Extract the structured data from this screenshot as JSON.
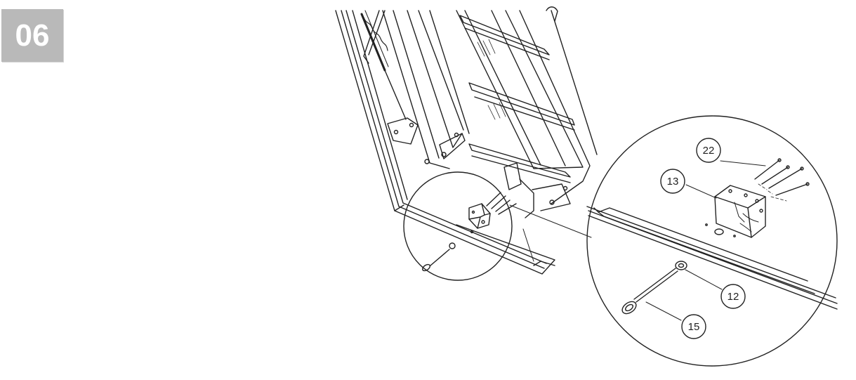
{
  "step": {
    "number": "06"
  },
  "callouts": {
    "screw": "22",
    "bracket": "13",
    "washer": "12",
    "eye_bolt": "15"
  },
  "colors": {
    "badge_background": "#b9b9b9",
    "badge_text": "#ffffff",
    "line": "#222222",
    "background": "#ffffff"
  },
  "icons": [
    "ladder-hatch-drawing",
    "detail-magnifier",
    "eye-bolt",
    "bracket",
    "screw",
    "washer"
  ]
}
